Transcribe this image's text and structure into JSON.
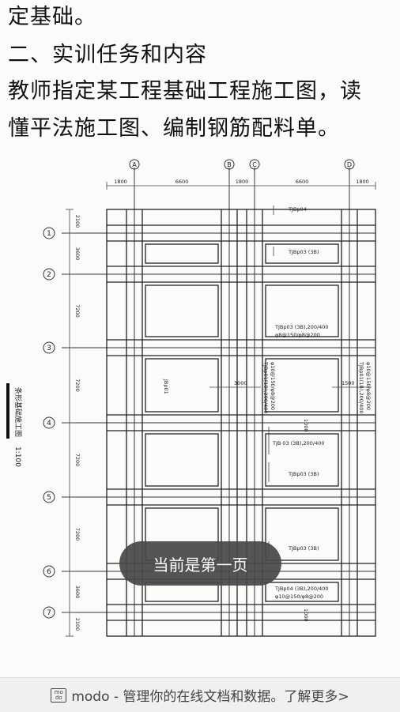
{
  "document": {
    "lines": [
      "定基础。",
      "二、实训任务和内容",
      " 教师指定某工程基础工程施工图，读",
      "懂平法施工图、编制钢筋配料单。"
    ]
  },
  "drawing": {
    "column_labels": [
      "A",
      "B",
      "C",
      "D"
    ],
    "row_labels": [
      "1",
      "2",
      "3",
      "4",
      "5",
      "6",
      "7"
    ],
    "top_dims": [
      "1800",
      "6600",
      "1800",
      "6600",
      "1800"
    ],
    "left_dims": [
      "2100",
      "3600",
      "7200",
      "7200",
      "7200",
      "7200",
      "3600",
      "2100"
    ],
    "side_title": "条形基础施工图",
    "side_scale": "1:100",
    "annotations": {
      "tjb04_top": "TJBp04",
      "tjb03_r2": "TJBp03 (3B)",
      "tjb03_spec_1": "TJBp03 (3B),200/400",
      "tjb03_spec_2": "φ8@150/φ8@200",
      "jb01": "JBp01",
      "dim_3000": "3000",
      "dim_1500": "1500",
      "left_vert_1": "TJBp01(1B),200/400",
      "left_vert_2": "φ10@150/φ8@200",
      "right_vert_1": "TJBp01(1B),200/400",
      "right_vert_2": "φ10@150/φ8@200",
      "dim_1000a": "1000",
      "tjb03_r4": "TJB 03 (3B),200/400",
      "tjb03_r5": "TJBp03 (3B)",
      "tjb03_r6": "TJBp03 (3B)",
      "tjb04_bot_1": "TJBp04 (3B),200/400",
      "tjb04_bot_2": "φ10@150/φ8@200",
      "dim_1000b": "1000"
    }
  },
  "toast": {
    "text": "当前是第一页"
  },
  "footer": {
    "logo_top": "mo",
    "logo_bottom": "do",
    "text": "modo - 管理你的在线文档和数据。了解更多>"
  }
}
